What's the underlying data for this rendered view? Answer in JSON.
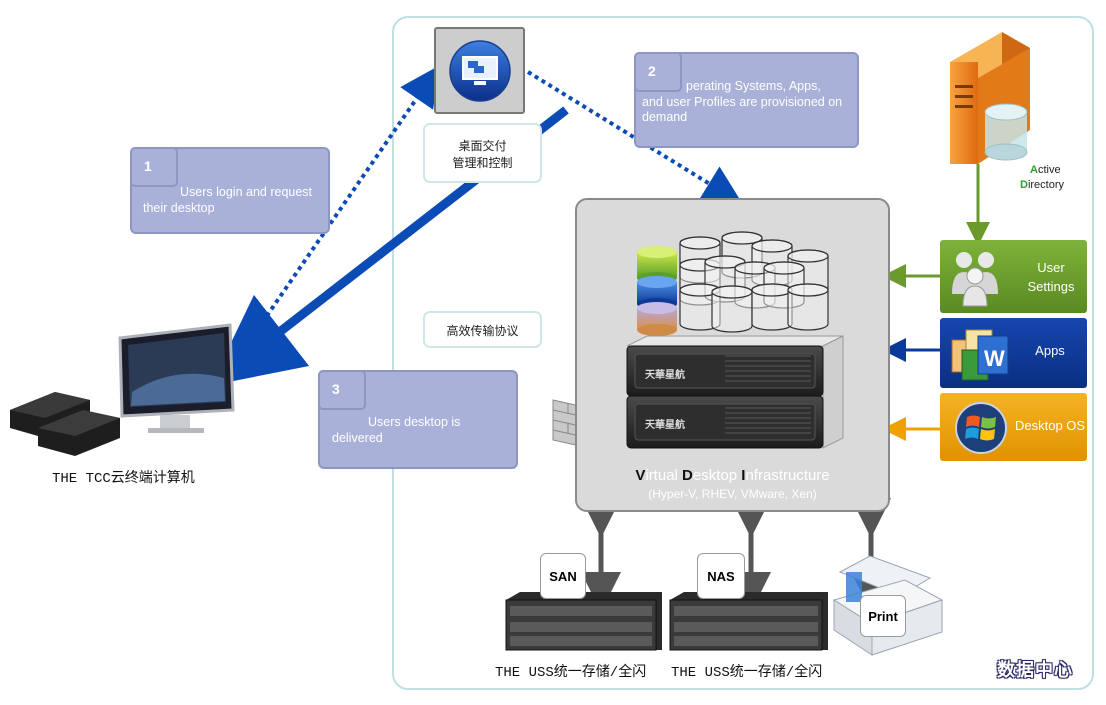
{
  "steps": [
    {
      "num": "1",
      "text_line1": "Users login and request",
      "text_line2": "their desktop"
    },
    {
      "num": "2",
      "text_line1": "perating Systems, Apps,",
      "text_line2": "and user Profiles are provisioned on",
      "text_line3": "demand"
    },
    {
      "num": "3",
      "text_line1": "Users desktop is",
      "text_line2": "delivered"
    }
  ],
  "desktop_delivery": {
    "line1": "桌面交付",
    "line2": "管理和控制"
  },
  "protocol_label": "高效传输协议",
  "client_caption": "THE TCC云终端计算机",
  "active_directory": {
    "line1_first": "A",
    "line1_rest": "ctive",
    "line2_first": "D",
    "line2_rest": "irectory"
  },
  "panels": {
    "user_settings": {
      "line1": "User",
      "line2": "Settings",
      "color": "#6a9b2a"
    },
    "apps": {
      "label": "Apps",
      "color": "#0c3a9b"
    },
    "desktop_os": {
      "label": "Desktop OS",
      "color": "#f0a000"
    }
  },
  "vdi": {
    "letter_v": "V",
    "rest_v": "irtual ",
    "letter_d": "D",
    "rest_d": "esktop ",
    "letter_i": "I",
    "rest_i": "nfrastructure",
    "subtitle": "(Hyper-V, RHEV, VMware, Xen)"
  },
  "server_brand": "天華星航",
  "storage": {
    "san_label": "SAN",
    "nas_label": "NAS",
    "print_label": "Print"
  },
  "storage_captions": {
    "left": "THE USS统一存储/全闪",
    "right": "THE USS统一存储/全闪"
  },
  "datacenter_label": "数据中心",
  "colors": {
    "step_fill": "#a9b1d9",
    "arrow_blue": "#0b4bb5",
    "connector_green": "#6a9b2a",
    "connector_blue": "#0c3a9b",
    "connector_orange": "#f0a000",
    "frame": "#bfe0e0"
  }
}
